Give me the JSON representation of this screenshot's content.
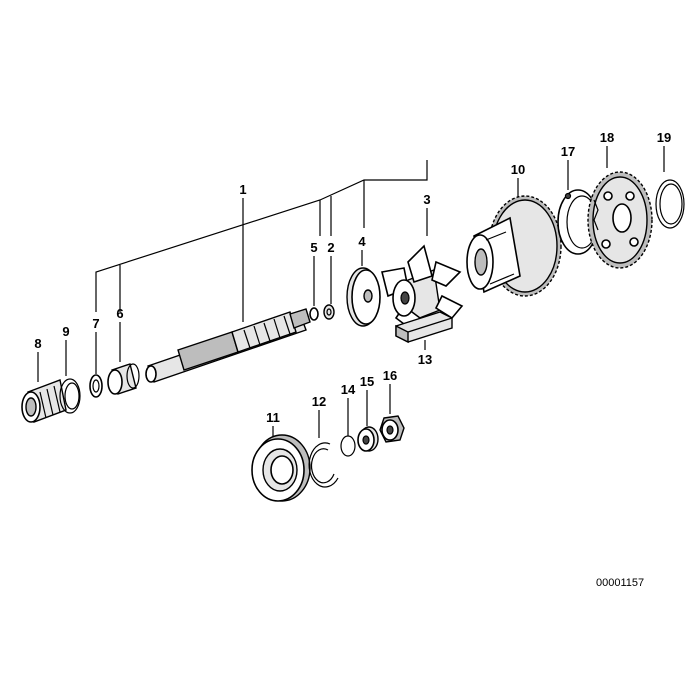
{
  "diagram": {
    "reference_number": "00001157",
    "callouts": [
      "1",
      "2",
      "3",
      "4",
      "5",
      "6",
      "7",
      "8",
      "9",
      "10",
      "11",
      "12",
      "13",
      "14",
      "15",
      "16",
      "17",
      "18",
      "19"
    ]
  }
}
